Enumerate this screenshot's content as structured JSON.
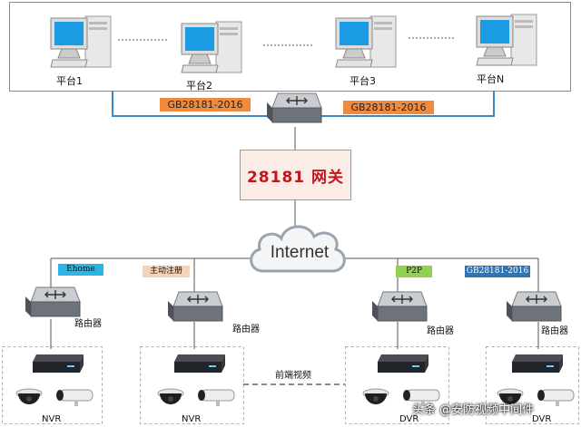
{
  "platforms": [
    {
      "label": "平台1"
    },
    {
      "label": "平台2"
    },
    {
      "label": "平台3"
    },
    {
      "label": "平台N"
    }
  ],
  "protocol_tags": {
    "left": "GB28181-2016",
    "right": "GB28181-2016"
  },
  "gateway": {
    "label": "28181 网关"
  },
  "cloud": {
    "label": "Internet"
  },
  "access_tags": [
    "Ehome",
    "主动注册",
    "P2P",
    "GB28181-2016"
  ],
  "router_label": "路由器",
  "front_video_label": "前端视频",
  "recorder_labels": [
    "NVR",
    "NVR",
    "DVR",
    "DVR"
  ],
  "watermark": "头条 @安防视频中间件",
  "colors": {
    "link_blue": "#3b86c4",
    "tag_orange": "#f08a3c",
    "tag_ehome": "#29b6e6",
    "tag_register": "#f6d2b6",
    "tag_p2p": "#92d050",
    "tag_gb": "#2e75b6",
    "gateway_text": "#c0161e"
  }
}
